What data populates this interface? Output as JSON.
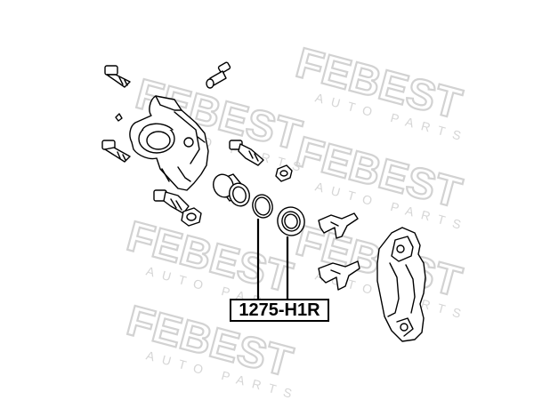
{
  "watermark": {
    "brand": "FEBEST",
    "subtitle": "AUTO PARTS",
    "color": "#d9d9d9"
  },
  "part_number": "1275-H1R",
  "colors": {
    "line": "#000000",
    "fill": "#ffffff"
  }
}
